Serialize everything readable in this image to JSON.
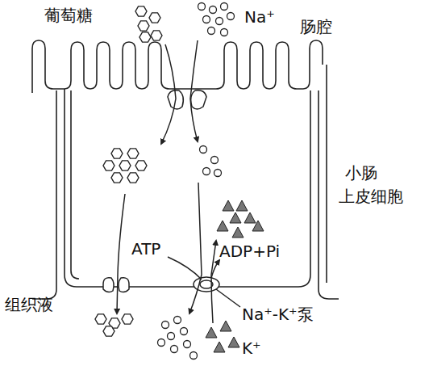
{
  "diagram": {
    "labels": [
      "葡萄糖",
      "Na⁺",
      "肠腔",
      "小肠",
      "上皮细胞",
      "ATP",
      "ADP+Pi",
      "组织液",
      "Na⁺-K⁺泵",
      "K⁺"
    ]
  }
}
